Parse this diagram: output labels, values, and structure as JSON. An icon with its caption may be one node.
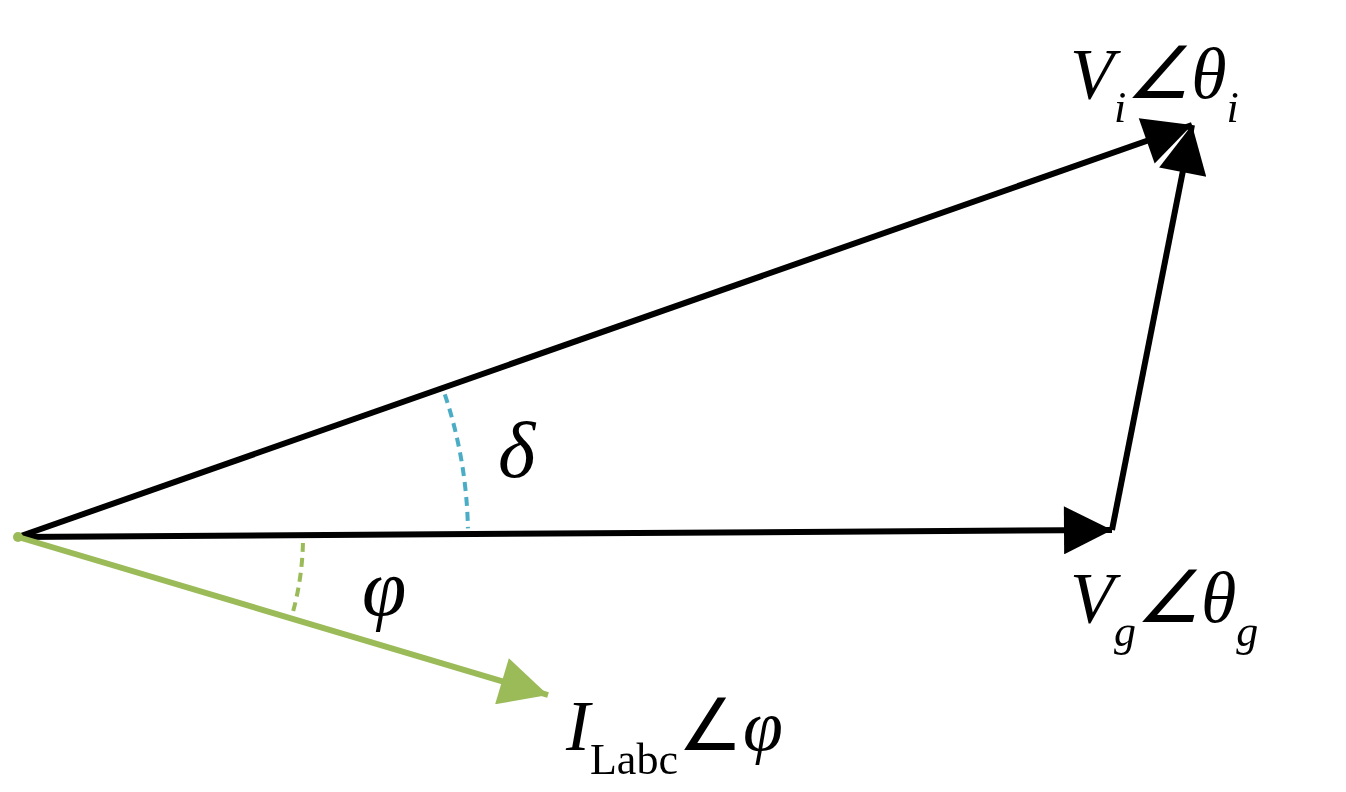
{
  "diagram": {
    "nodes": [
      {
        "text": [],
        "shape": "circle"
      },
      {
        "text": [
          "V$_{i}$∠θ$_{i}$"
        ]
      },
      {
        "text": [
          "V$_{g}$∠θ$_{g}$"
        ]
      },
      {
        "text": [
          "*I*$_{Labc}$∠*φ*"
        ]
      }
    ],
    "edges": [
      {
        "from": 0,
        "to": 1,
        "arrow": "to"
      },
      {
        "from": 0,
        "to": 2,
        "arrow": "to"
      },
      {
        "from": 2,
        "to": 1,
        "arrow": "to"
      },
      {
        "from": 0,
        "to": 3,
        "arrow": "to",
        "color": "#9bbb59"
      }
    ],
    "labels": [
      "δ",
      "φ"
    ]
  }
}
